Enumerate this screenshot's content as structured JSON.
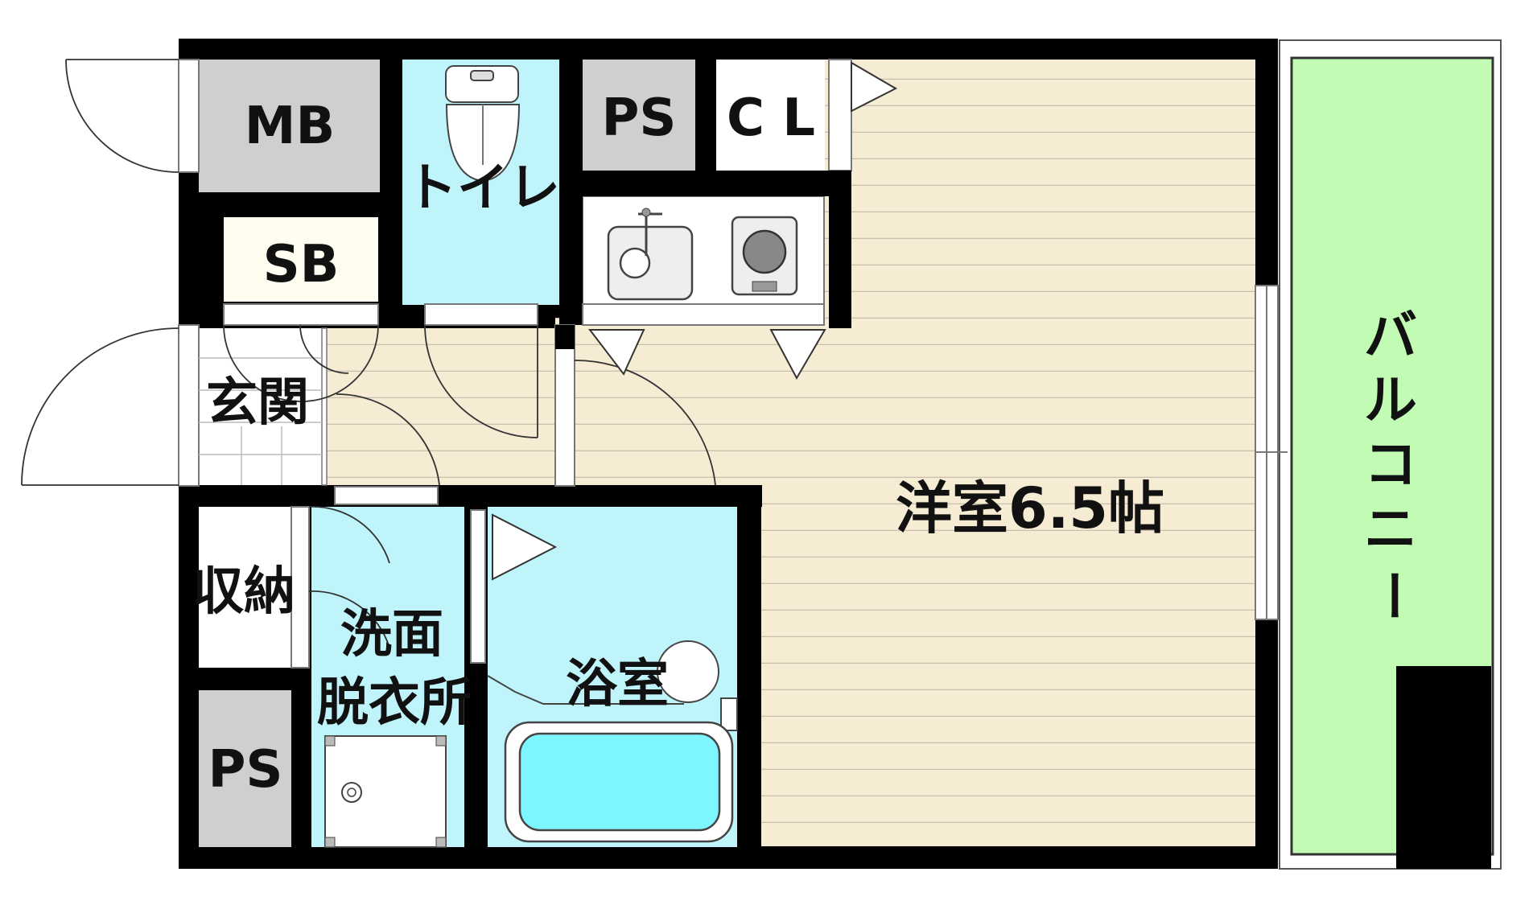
{
  "rooms": {
    "mb": "MB",
    "sb": "SB",
    "toilet": "トイレ",
    "ps_top": "PS",
    "cl": "C L",
    "entrance": "玄関",
    "storage": "収納",
    "washroom_line1": "洗面",
    "washroom_line2": "脱衣所",
    "bath": "浴室",
    "ps_bottom": "PS",
    "western_room": "洋室6.5帖",
    "balcony_chars": [
      "バ",
      "ル",
      "コ",
      "ニ",
      "ー"
    ]
  },
  "colors": {
    "wall": "#000000",
    "floor_wood": "#f6ebd3",
    "floor_line": "#c9bfae",
    "wet_area": "#bff4fb",
    "bathtub": "#7ef6ff",
    "balcony": "#c1fbb4",
    "closet_gray": "#cfcfcf",
    "sb_ivory": "#fffdf0"
  }
}
